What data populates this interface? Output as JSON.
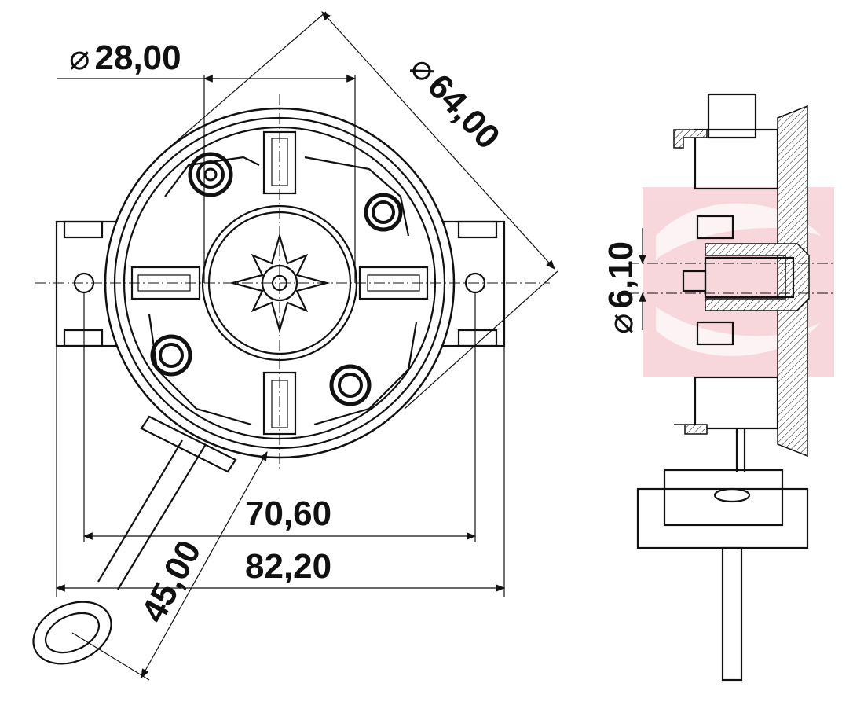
{
  "dimensions": {
    "d28": "28,00",
    "d64": "64,00",
    "d61": "6,10",
    "w706": "70,60",
    "w822": "82,20",
    "l45": "45,00"
  },
  "diameter_symbol": "⌀",
  "colors": {
    "line": "#111111",
    "watermark": "#f2b8c0"
  }
}
